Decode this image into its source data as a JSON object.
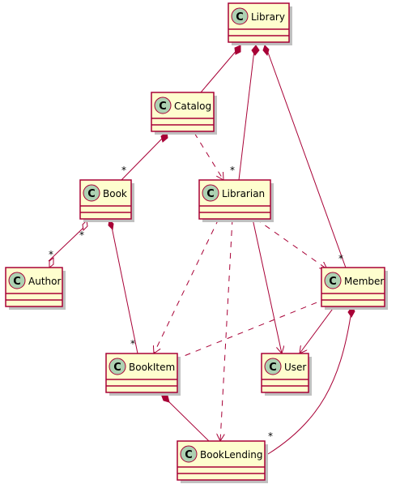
{
  "classes": {
    "library": {
      "name": "Library",
      "stereotype": "C"
    },
    "catalog": {
      "name": "Catalog",
      "stereotype": "C"
    },
    "book": {
      "name": "Book",
      "stereotype": "C"
    },
    "librarian": {
      "name": "Librarian",
      "stereotype": "C"
    },
    "author": {
      "name": "Author",
      "stereotype": "C"
    },
    "member": {
      "name": "Member",
      "stereotype": "C"
    },
    "bookitem": {
      "name": "BookItem",
      "stereotype": "C"
    },
    "user": {
      "name": "User",
      "stereotype": "C"
    },
    "booklending": {
      "name": "BookLending",
      "stereotype": "C"
    }
  },
  "multiplicities": {
    "catalog_book": "*",
    "library_librarian": "*",
    "library_member": "*",
    "book_author_source": "*",
    "book_author_target": "*",
    "book_bookitem": "*",
    "member_booklending": "*"
  },
  "colors": {
    "class_fill": "#fefece",
    "border": "#a80036",
    "badge_fill": "#add1b2"
  }
}
